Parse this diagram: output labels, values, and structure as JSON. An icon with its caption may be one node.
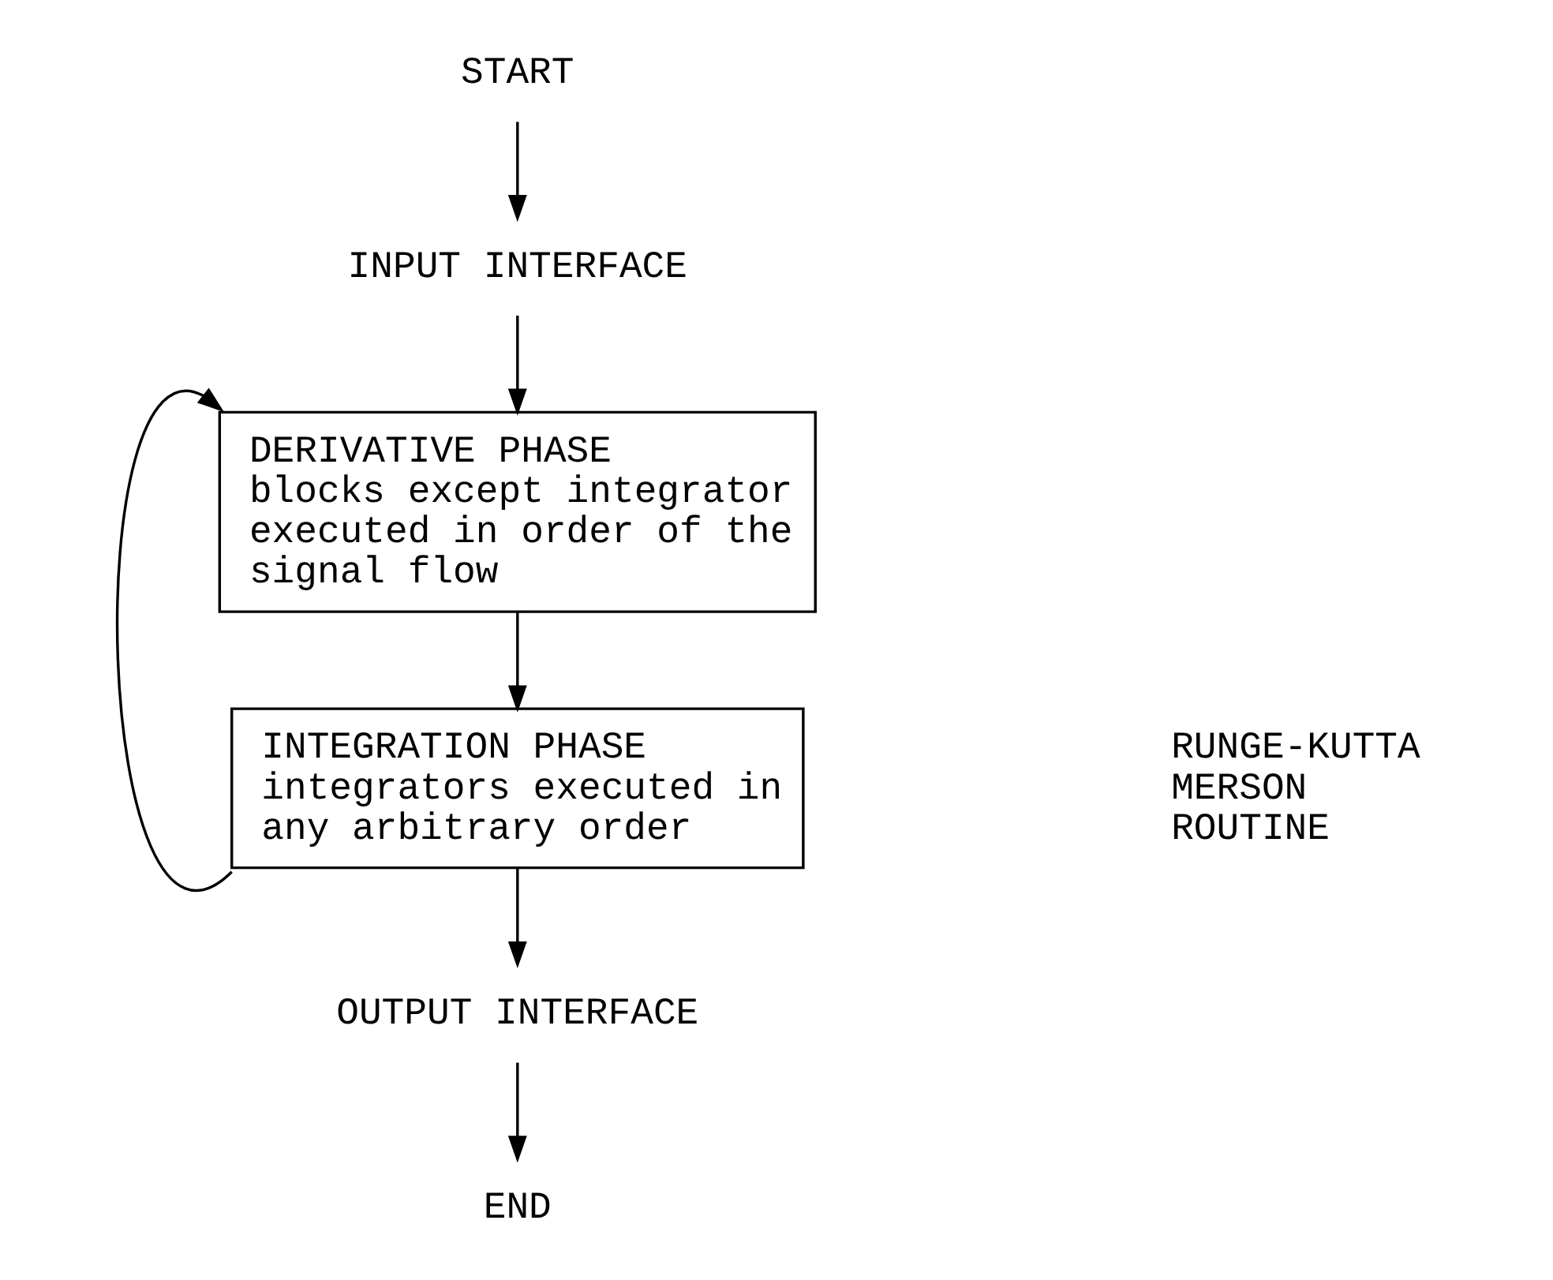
{
  "diagram": {
    "nodes": [
      {
        "text": [
          "START"
        ]
      },
      {
        "text": [
          "INPUT INTERFACE"
        ]
      },
      {
        "text": [
          "DERIVATIVE PHASE",
          "blocks except integrator executed in order of the signal flow"
        ]
      },
      {
        "text": [
          "INTEGRATION PHASE",
          "integrators executed in any arbitrary order"
        ]
      },
      {
        "text": [
          "OUTPUT INTERFACE"
        ]
      },
      {
        "text": [
          "END"
        ]
      }
    ],
    "edges": [
      {
        "from": 0,
        "to": 1,
        "arrow": "to"
      },
      {
        "from": 1,
        "to": 2,
        "arrow": "to"
      },
      {
        "from": 2,
        "to": 3,
        "arrow": "to"
      },
      {
        "from": 3,
        "to": 4,
        "arrow": "to"
      },
      {
        "from": 4,
        "to": 5,
        "arrow": "to"
      },
      {
        "from": 3,
        "to": 2,
        "arrow": "to"
      }
    ],
    "labels": [
      "RUNGE-KUTTA MERSON ROUTINE"
    ]
  }
}
